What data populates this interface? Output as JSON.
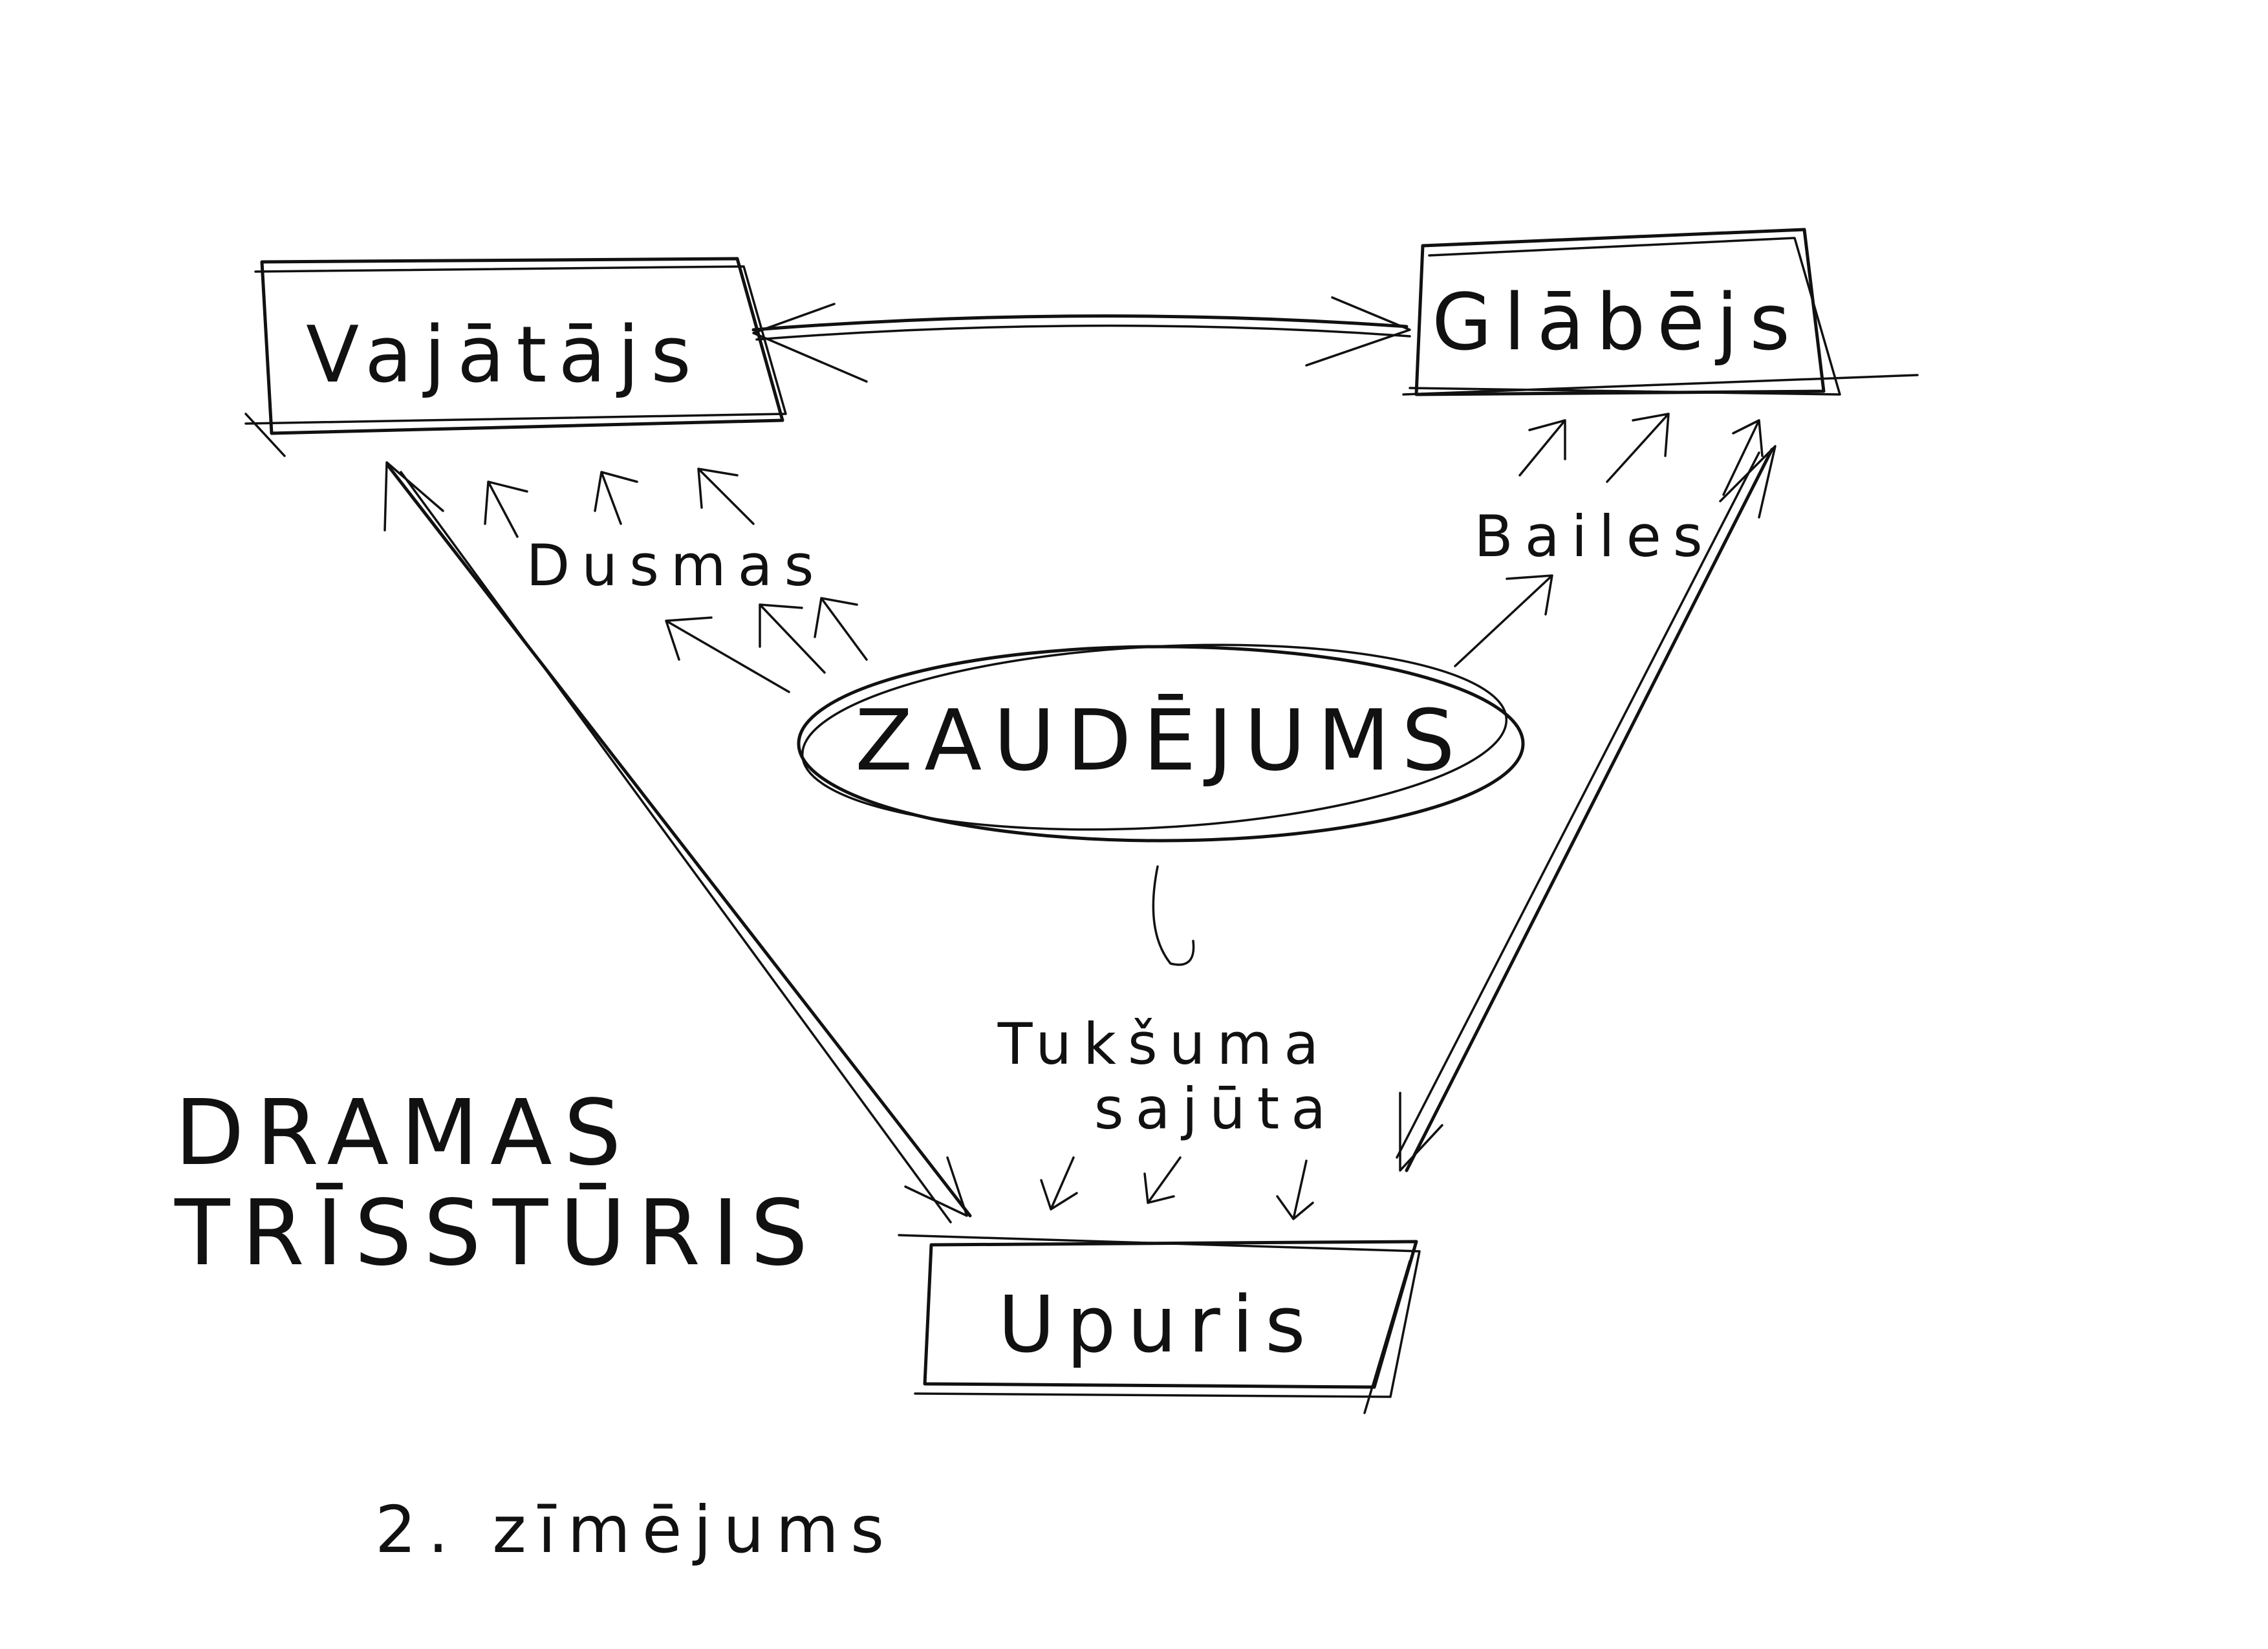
{
  "nodes": {
    "persecutor": {
      "label": "Vajātājs"
    },
    "rescuer": {
      "label": "Glābējs"
    },
    "victim": {
      "label": "Upuris"
    },
    "loss": {
      "label": "ZAUDĒJUMS"
    }
  },
  "edge_labels": {
    "anger": "Dusmas",
    "fear": "Bailes",
    "emptiness_line1": "Tukšuma",
    "emptiness_line2": "sajūta"
  },
  "title": {
    "line1": "DRAMAS",
    "line2": "TRĪSSTŪRIS"
  },
  "caption": "2. zīmējums",
  "colors": {
    "ink": "#111111",
    "paper": "#ffffff"
  }
}
